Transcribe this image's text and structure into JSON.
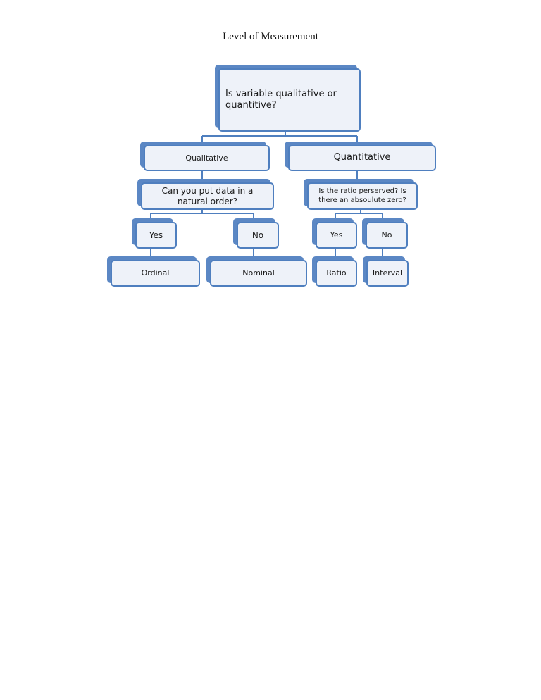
{
  "page": {
    "title": "Level of Measurement"
  },
  "diagram": {
    "root": "Is variable qualitative or quantitive?",
    "qualitative": "Qualitative",
    "quantitative": "Quantitative",
    "natural_order_question": "Can you put data in a natural order?",
    "ratio_question": "Is the ratio perserved?  Is there an absoulute zero?",
    "qual_yes": "Yes",
    "qual_no": "No",
    "quant_yes": "Yes",
    "quant_no": "No",
    "ordinal": "Ordinal",
    "nominal": "Nominal",
    "ratio": "Ratio",
    "interval": "Interval"
  },
  "colors": {
    "node_border": "#4f7fbf",
    "node_shadow": "#5b87c4",
    "node_fill": "#eef2f9",
    "connector": "#4f7fbf"
  }
}
